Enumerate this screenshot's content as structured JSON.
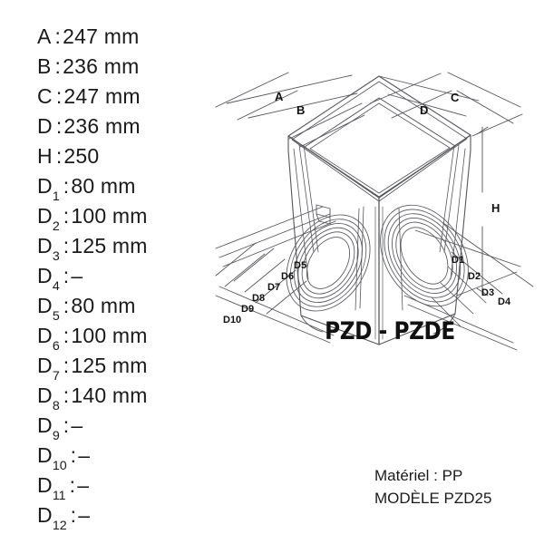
{
  "specifications": [
    {
      "label": "A",
      "sub": "",
      "value": "247 mm"
    },
    {
      "label": "B",
      "sub": "",
      "value": "236 mm"
    },
    {
      "label": "C",
      "sub": "",
      "value": "247 mm"
    },
    {
      "label": "D",
      "sub": "",
      "value": "236 mm"
    },
    {
      "label": "H",
      "sub": "",
      "value": "250"
    },
    {
      "label": "D",
      "sub": "1",
      "value": "80 mm"
    },
    {
      "label": "D",
      "sub": "2",
      "value": "100 mm"
    },
    {
      "label": "D",
      "sub": "3",
      "value": "125 mm"
    },
    {
      "label": "D",
      "sub": "4",
      "value": "–"
    },
    {
      "label": "D",
      "sub": "5",
      "value": "80 mm"
    },
    {
      "label": "D",
      "sub": "6",
      "value": "100 mm"
    },
    {
      "label": "D",
      "sub": "7",
      "value": "125 mm"
    },
    {
      "label": "D",
      "sub": "8",
      "value": "140 mm"
    },
    {
      "label": "D",
      "sub": "9",
      "value": "–"
    },
    {
      "label": "D",
      "sub": "10",
      "value": "–"
    },
    {
      "label": "D",
      "sub": "11",
      "value": "–"
    },
    {
      "label": "D",
      "sub": "12",
      "value": "–"
    }
  ],
  "separator": ":",
  "drawing": {
    "title": "PZD - PZDE",
    "dimension_labels": {
      "top_left_outer": "A",
      "top_left_inner": "B",
      "top_right_inner": "D",
      "top_right_outer": "C",
      "height": "H",
      "right_pipe": [
        "D1",
        "D2",
        "D3",
        "D4"
      ],
      "left_pipe": [
        "D5",
        "D6",
        "D7",
        "D8",
        "D9",
        "D10"
      ]
    },
    "line_color": "#55565a",
    "text_color": "#111111"
  },
  "footer": {
    "material_line": "Matériel : PP",
    "model_line": "MODÈLE PZD25"
  }
}
